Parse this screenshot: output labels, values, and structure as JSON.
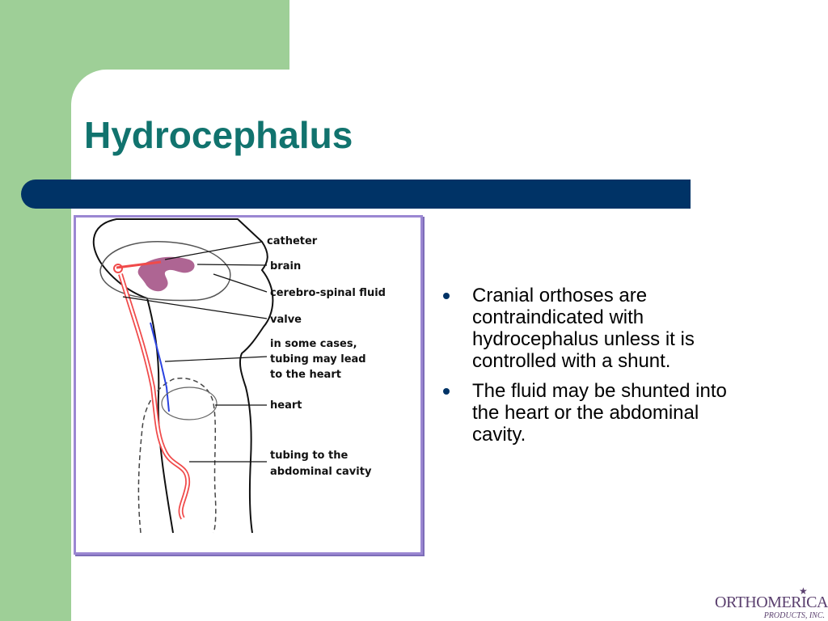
{
  "slide": {
    "title": "Hydrocephalus",
    "bullets": [
      "Cranial orthoses are contraindicated with hydrocephalus unless it is controlled with a shunt.",
      "The fluid may be shunted into the heart or the abdominal cavity."
    ]
  },
  "figure": {
    "labels": {
      "catheter": "catheter",
      "brain": "brain",
      "csf": "cerebro-spinal fluid",
      "valve": "valve",
      "cases_line1": "in some cases,",
      "cases_line2": "tubing may lead",
      "cases_line3": "to the heart",
      "heart": "heart",
      "abd_line1": "tubing to the",
      "abd_line2": "abdominal cavity"
    }
  },
  "logo": {
    "name": "ORTHOMERICA",
    "sub": "PRODUCTS, INC.",
    "mark": "®"
  },
  "colors": {
    "green": "#9ecf97",
    "navy": "#003366",
    "title": "#11736e",
    "tubing": "#f04a4a",
    "brain": "#a04a80"
  },
  "icons": [
    "bullet-dot-icon",
    "star-icon"
  ]
}
